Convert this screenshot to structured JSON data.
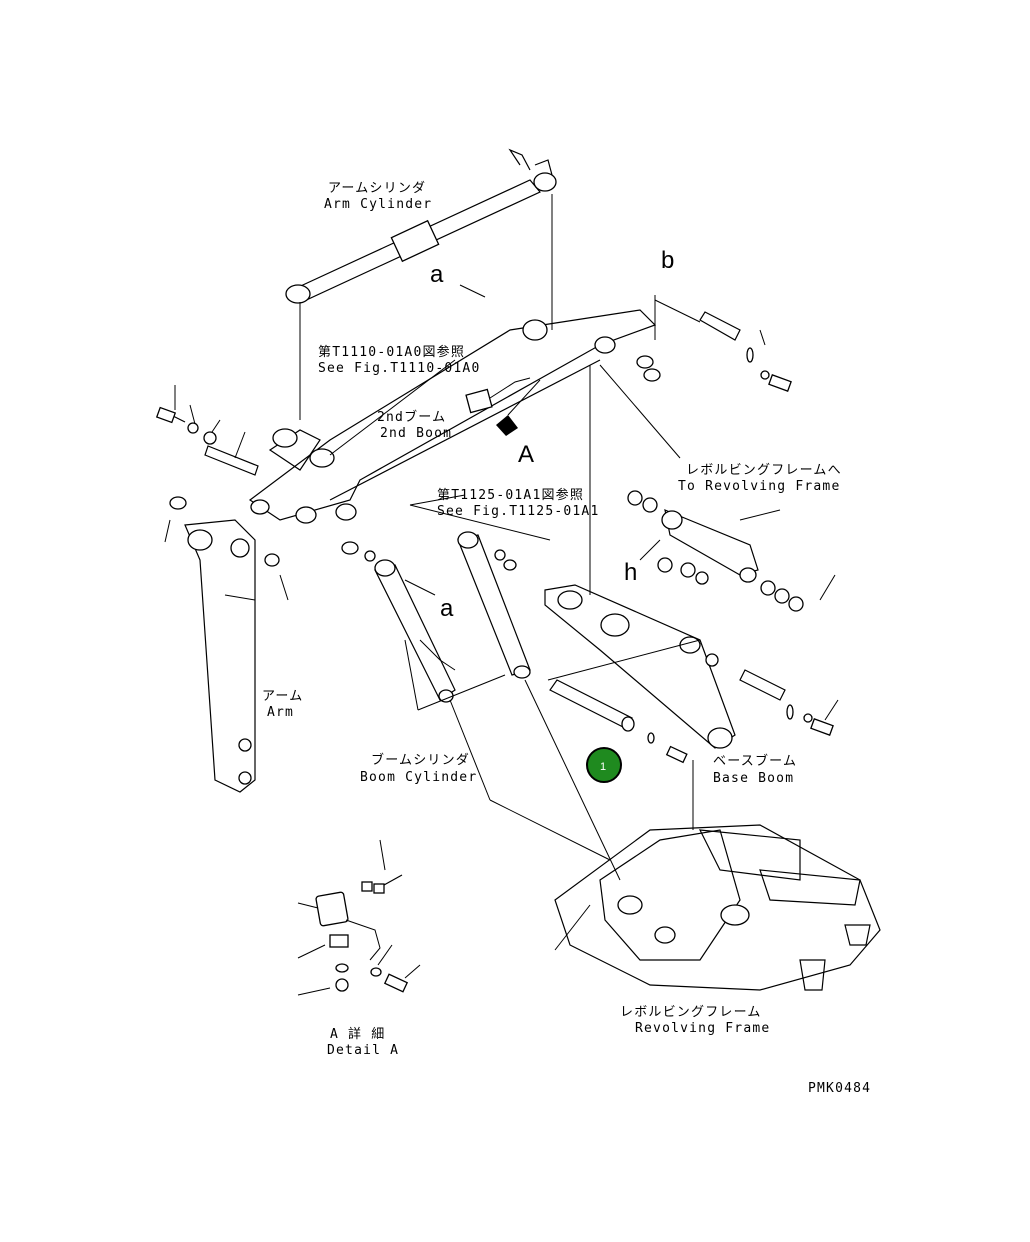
{
  "labels": {
    "arm_cylinder_jp": "アームシリンダ",
    "arm_cylinder_en": "Arm Cylinder",
    "see_fig_1_jp": "第T1110-01A0図参照",
    "see_fig_1_en": "See Fig.T1110-01A0",
    "second_boom_jp": "2ndブーム",
    "second_boom_en": "2nd Boom",
    "see_fig_2_jp": "第T1125-01A1図参照",
    "see_fig_2_en": "See Fig.T1125-01A1",
    "to_frame_jp": "レボルビングフレームへ",
    "to_frame_en": "To Revolving Frame",
    "arm_jp": "アーム",
    "arm_en": "Arm",
    "boom_cylinder_jp": "ブームシリンダ",
    "boom_cylinder_en": "Boom Cylinder",
    "base_boom_jp": "ベースブーム",
    "base_boom_en": "Base Boom",
    "revolving_frame_jp": "レボルビングフレーム",
    "revolving_frame_en": "Revolving Frame",
    "detail_a_jp": "A 詳 細",
    "detail_a_en": "Detail A",
    "drawing_code": "PMK0484"
  },
  "refs": {
    "a1": "a",
    "a2": "a",
    "b": "b",
    "big_a": "A",
    "h": "h"
  },
  "hotspot": {
    "number": "1",
    "color": "#1f8a1f"
  }
}
